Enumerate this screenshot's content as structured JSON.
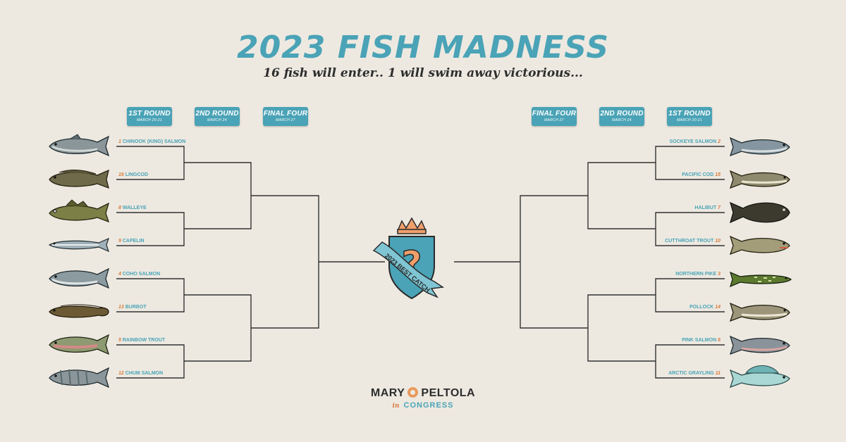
{
  "title": "2023 FISH MADNESS",
  "subtitle": "16 fish will enter.. 1 will swim away victorious...",
  "rounds": {
    "r1": {
      "name": "1ST ROUND",
      "dates": "MARCH 20-21"
    },
    "r2": {
      "name": "2ND ROUND",
      "dates": "MARCH 24"
    },
    "r3": {
      "name": "FINAL FOUR",
      "dates": "MARCH 27"
    }
  },
  "left_teams": [
    {
      "seed": "1",
      "name": "CHINOOK (KING) SALMON"
    },
    {
      "seed": "16",
      "name": "LINGCOD"
    },
    {
      "seed": "8",
      "name": "WALLEYE"
    },
    {
      "seed": "9",
      "name": "CAPELIN"
    },
    {
      "seed": "4",
      "name": "COHO SALMON"
    },
    {
      "seed": "13",
      "name": "BURBOT"
    },
    {
      "seed": "5",
      "name": "RAINBOW TROUT"
    },
    {
      "seed": "12",
      "name": "CHUM SALMON"
    }
  ],
  "right_teams": [
    {
      "seed": "2",
      "name": "SOCKEYE SALMON"
    },
    {
      "seed": "15",
      "name": "PACIFIC COD"
    },
    {
      "seed": "7",
      "name": "HALIBUT"
    },
    {
      "seed": "10",
      "name": "CUTTHROAT TROUT"
    },
    {
      "seed": "3",
      "name": "NORTHERN PIKE"
    },
    {
      "seed": "14",
      "name": "POLLOCK"
    },
    {
      "seed": "6",
      "name": "PINK SALMON"
    },
    {
      "seed": "11",
      "name": "ARCTIC GRAYLING"
    }
  ],
  "fish_icons": [
    "salmon-icon",
    "lingcod-icon",
    "walleye-icon",
    "capelin-icon",
    "salmon-icon",
    "burbot-icon",
    "trout-icon",
    "salmon-icon",
    "salmon-icon",
    "cod-icon",
    "halibut-icon",
    "trout-icon",
    "pike-icon",
    "cod-icon",
    "salmon-icon",
    "grayling-icon"
  ],
  "emblem": {
    "text": "2023 BEST CATCH",
    "symbol": "?"
  },
  "logo": {
    "name_first": "MARY",
    "name_last": "PELTOLA",
    "in": "in",
    "office": "CONGRESS"
  },
  "colors": {
    "accent": "#4aa3b6",
    "seed": "#d87b3f",
    "line": "#333333",
    "background": "#ede9e1"
  }
}
